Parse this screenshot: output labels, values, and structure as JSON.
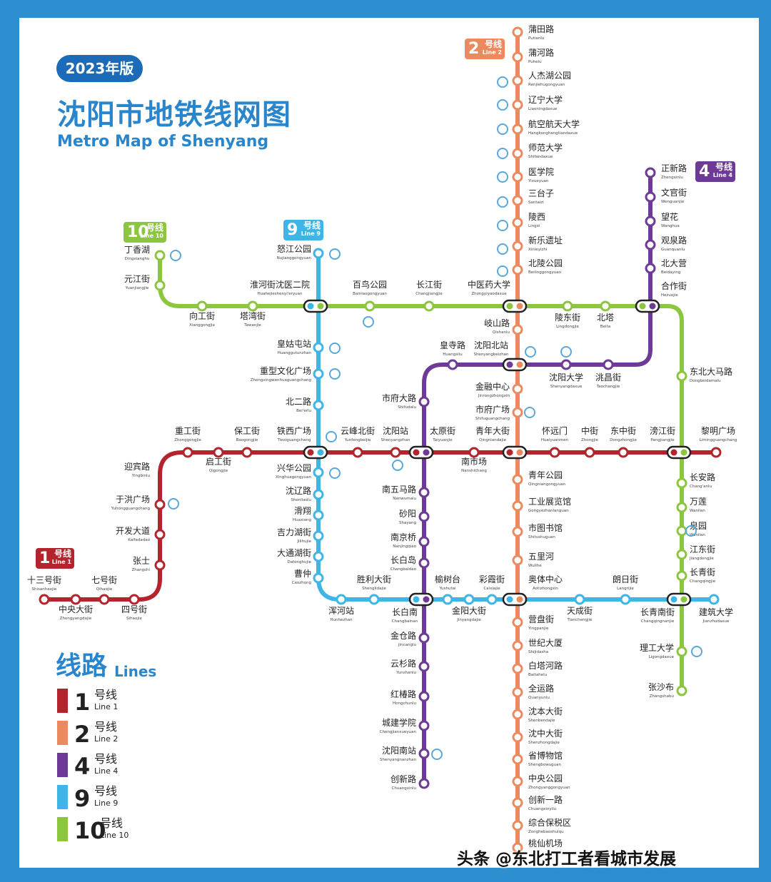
{
  "header": {
    "edition": "2023年版",
    "title": "沈阳市地铁线网图",
    "subtitle": "Metro Map of Shenyang"
  },
  "legend": {
    "title": "线路",
    "title_en": "Lines",
    "items": [
      {
        "num": "1",
        "cn": "号线",
        "en": "Line 1",
        "color": "#b3242d"
      },
      {
        "num": "2",
        "cn": "号线",
        "en": "Line 2",
        "color": "#ec8a5f"
      },
      {
        "num": "4",
        "cn": "号线",
        "en": "Line 4",
        "color": "#6d3a97"
      },
      {
        "num": "9",
        "cn": "号线",
        "en": "Line 9",
        "color": "#3eb5e5"
      },
      {
        "num": "10",
        "cn": "号线",
        "en": "Line 10",
        "color": "#8cc63f"
      }
    ]
  },
  "badges": [
    {
      "num": "1",
      "cn": "号线",
      "en": "Line 1",
      "color": "#b3242d"
    },
    {
      "num": "2",
      "cn": "号线",
      "en": "Line 2",
      "color": "#ec8a5f"
    },
    {
      "num": "4",
      "cn": "号线",
      "en": "Line 4",
      "color": "#6d3a97"
    },
    {
      "num": "9",
      "cn": "号线",
      "en": "Line 9",
      "color": "#3eb5e5"
    },
    {
      "num": "10",
      "cn": "号线",
      "en": "Line 10",
      "color": "#8cc63f"
    }
  ],
  "stations": {
    "l1": [
      {
        "cn": "十三号街",
        "en": "Shisanhaojie"
      },
      {
        "cn": "中央大街",
        "en": "Zhongyangdajie"
      },
      {
        "cn": "七号街",
        "en": "Qihaojie"
      },
      {
        "cn": "四号街",
        "en": "Sihaojie"
      },
      {
        "cn": "张士",
        "en": "Zhangshi"
      },
      {
        "cn": "开发大道",
        "en": "Kaifadadao"
      },
      {
        "cn": "于洪广场",
        "en": "Yuhongguangchang"
      },
      {
        "cn": "迎宾路",
        "en": "Yingbinlu"
      },
      {
        "cn": "重工街",
        "en": "Zhonggongjie"
      },
      {
        "cn": "启工街",
        "en": "Qigongjie"
      },
      {
        "cn": "保工街",
        "en": "Baogongjie"
      },
      {
        "cn": "铁西广场",
        "en": "Tiexiguangchang"
      },
      {
        "cn": "云峰北街",
        "en": "Yunfengbeijie"
      },
      {
        "cn": "沈阳站",
        "en": "Shenyangzhan"
      },
      {
        "cn": "太原街",
        "en": "Taiyuanjie"
      },
      {
        "cn": "南市场",
        "en": "Nanshichang"
      },
      {
        "cn": "青年大街",
        "en": "Qingniandajie"
      },
      {
        "cn": "怀远门",
        "en": "Huaiyuanmen"
      },
      {
        "cn": "中街",
        "en": "Zhongjie"
      },
      {
        "cn": "东中街",
        "en": "Dongzhongjie"
      },
      {
        "cn": "滂江街",
        "en": "Pangjiangjie"
      },
      {
        "cn": "黎明广场",
        "en": "Limingguangchang"
      }
    ],
    "l2": [
      {
        "cn": "蒲田路",
        "en": "Putianlu"
      },
      {
        "cn": "蒲河路",
        "en": "Puhelu"
      },
      {
        "cn": "人杰湖公园",
        "en": "Renjiehugongyuan"
      },
      {
        "cn": "辽宁大学",
        "en": "Liaoningdaxue"
      },
      {
        "cn": "航空航天大学",
        "en": "Hangkonghangtiandaxue"
      },
      {
        "cn": "师范大学",
        "en": "Shifandaxue"
      },
      {
        "cn": "医学院",
        "en": "Yixueyuan"
      },
      {
        "cn": "三台子",
        "en": "Santaizi"
      },
      {
        "cn": "陵西",
        "en": "Lingxi"
      },
      {
        "cn": "新乐遗址",
        "en": "Xinleyizhi"
      },
      {
        "cn": "北陵公园",
        "en": "Beilinggongyuan"
      },
      {
        "cn": "中医药大学",
        "en": "Zhongyiyaodaxue"
      },
      {
        "cn": "岐山路",
        "en": "Qishanlu"
      },
      {
        "cn": "沈阳北站",
        "en": "Shenyangbeizhan"
      },
      {
        "cn": "金融中心",
        "en": "Jinrongzhongxin"
      },
      {
        "cn": "市府广场",
        "en": "Shifuguangchang"
      },
      {
        "cn": "青年公园",
        "en": "Qingniangongyuan"
      },
      {
        "cn": "工业展览馆",
        "en": "Gongyezhanlanguan"
      },
      {
        "cn": "市图书馆",
        "en": "Shitushuguan"
      },
      {
        "cn": "五里河",
        "en": "Wulihe"
      },
      {
        "cn": "奥体中心",
        "en": "Aotizhongxin"
      },
      {
        "cn": "营盘街",
        "en": "Yingpanjie"
      },
      {
        "cn": "世纪大厦",
        "en": "Shijidasha"
      },
      {
        "cn": "白塔河路",
        "en": "Baitahelu"
      },
      {
        "cn": "全运路",
        "en": "Quanyunlu"
      },
      {
        "cn": "沈本大街",
        "en": "Shenbendajie"
      },
      {
        "cn": "沈中大街",
        "en": "Shenzhongdajie"
      },
      {
        "cn": "省博物馆",
        "en": "Shengbowuguan"
      },
      {
        "cn": "中央公园",
        "en": "Zhongyanggongyuan"
      },
      {
        "cn": "创新一路",
        "en": "Chuangxinyilu"
      },
      {
        "cn": "综合保税区",
        "en": "Zonghebaoshuiqu"
      },
      {
        "cn": "桃仙机场",
        "en": ""
      }
    ],
    "l4": [
      {
        "cn": "正新路",
        "en": "Zhengxinlu"
      },
      {
        "cn": "文官街",
        "en": "Wenguanjie"
      },
      {
        "cn": "望花",
        "en": "Wanghua"
      },
      {
        "cn": "观泉路",
        "en": "Guanquanlu"
      },
      {
        "cn": "北大营",
        "en": "Beidaying"
      },
      {
        "cn": "合作街",
        "en": "Hezuojie"
      },
      {
        "cn": "洮昌街",
        "en": "Taochangjie"
      },
      {
        "cn": "沈阳大学",
        "en": "Shenyangdaxue"
      },
      {
        "cn": "皇寺路",
        "en": "Huangsilu"
      },
      {
        "cn": "市府大路",
        "en": "Shifudalu"
      },
      {
        "cn": "南五马路",
        "en": "Nanwumalu"
      },
      {
        "cn": "砂阳",
        "en": "Shayang"
      },
      {
        "cn": "南京桥",
        "en": "Nanjingqiao"
      },
      {
        "cn": "长白岛",
        "en": "Changbaidao"
      },
      {
        "cn": "长白南",
        "en": "Changbainan"
      },
      {
        "cn": "金仓路",
        "en": "Jincanglu"
      },
      {
        "cn": "云杉路",
        "en": "Yunshanlu"
      },
      {
        "cn": "红椿路",
        "en": "Hongchunlu"
      },
      {
        "cn": "城建学院",
        "en": "Chengjianxueyuan"
      },
      {
        "cn": "沈阳南站",
        "en": "Shenyangnanzhan"
      },
      {
        "cn": "创新路",
        "en": "Chuangxinlu"
      }
    ],
    "l9": [
      {
        "cn": "怒江公园",
        "en": "Nujianggongyuan"
      },
      {
        "cn": "淮河街沈医二院",
        "en": "Huahejieshenyi'eryuan"
      },
      {
        "cn": "皇姑屯站",
        "en": "Huanggutunzhan"
      },
      {
        "cn": "重型文化广场",
        "en": "Zhongxingwenhuaguangchang"
      },
      {
        "cn": "北二路",
        "en": "Bei'erlu"
      },
      {
        "cn": "兴华公园",
        "en": "Xinghuagongyuan"
      },
      {
        "cn": "沈辽路",
        "en": "Shenliaolu"
      },
      {
        "cn": "滑翔",
        "en": "Huaxiang"
      },
      {
        "cn": "吉力湖街",
        "en": "Jilihujie"
      },
      {
        "cn": "大通湖街",
        "en": "Datonghujie"
      },
      {
        "cn": "曹仲",
        "en": "Caozhong"
      },
      {
        "cn": "浑河站",
        "en": "Hunhezhan"
      },
      {
        "cn": "胜利大街",
        "en": "Shenglidajie"
      },
      {
        "cn": "榆树台",
        "en": "Yushutai"
      },
      {
        "cn": "彩霞街",
        "en": "Caixiajie"
      },
      {
        "cn": "金阳大街",
        "en": "Jinyangdajie"
      },
      {
        "cn": "天成街",
        "en": "Tianchengjie"
      },
      {
        "cn": "朗日街",
        "en": "Langrijie"
      },
      {
        "cn": "长青南街",
        "en": "Changqingnanjie"
      },
      {
        "cn": "建筑大学",
        "en": "Jianzhudaxue"
      }
    ],
    "l10": [
      {
        "cn": "丁香湖",
        "en": "Dingxianghu"
      },
      {
        "cn": "元江街",
        "en": "Yuanjiangjie"
      },
      {
        "cn": "向工街",
        "en": "Xianggongjie"
      },
      {
        "cn": "塔湾街",
        "en": "Tawanjie"
      },
      {
        "cn": "百鸟公园",
        "en": "Bainiaogongyuan"
      },
      {
        "cn": "长江街",
        "en": "Changjiangjie"
      },
      {
        "cn": "陵东街",
        "en": "Lingdongjie"
      },
      {
        "cn": "北塔",
        "en": "Beita"
      },
      {
        "cn": "东北大马路",
        "en": "Dongbeidamalu"
      },
      {
        "cn": "长安路",
        "en": "Chang'anlu"
      },
      {
        "cn": "万莲",
        "en": "Wanlian"
      },
      {
        "cn": "泉园",
        "en": "Wanlian"
      },
      {
        "cn": "江东街",
        "en": "Jiangdongjie"
      },
      {
        "cn": "长青街",
        "en": "Changqingjie"
      },
      {
        "cn": "理工大学",
        "en": "Ligongdaxue"
      },
      {
        "cn": "张沙布",
        "en": "Zhangshabu"
      }
    ]
  },
  "watermark": "头条 @东北打工者看城市发展",
  "colors": {
    "frame": "#2e8fd0",
    "panel": "#ffffff",
    "title": "#2a86cc",
    "transfer_icon": "#5aa7dc"
  }
}
